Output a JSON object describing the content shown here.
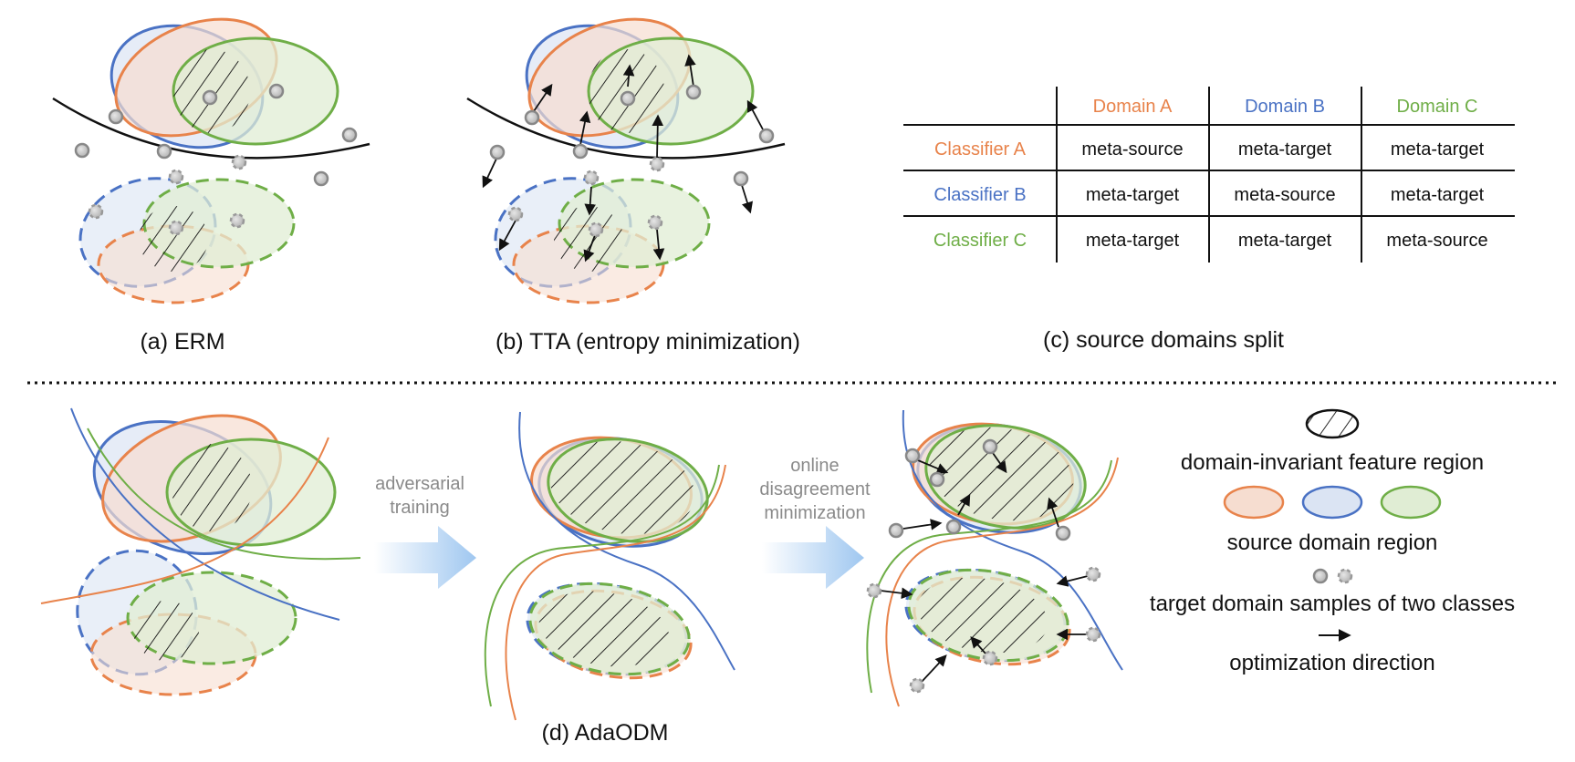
{
  "colors": {
    "orange": "#e8834b",
    "blue": "#4a72c4",
    "green": "#6fae47",
    "orange_fill": "#f6ddd0",
    "blue_fill": "#dbe4f3",
    "green_fill": "#e0edd4",
    "sample_gray": "#a6a6a6"
  },
  "captions": {
    "a": "(a) ERM",
    "b": "(b) TTA (entropy minimization)",
    "c": "(c) source domains split",
    "d": "(d) AdaODM"
  },
  "arrows_text": {
    "adversarial": [
      "adversarial",
      "training"
    ],
    "online": [
      "online",
      "disagreement",
      "minimization"
    ]
  },
  "table": {
    "columns": [
      "Domain A",
      "Domain B",
      "Domain C"
    ],
    "rows": [
      {
        "label": "Classifier A",
        "cells": [
          "meta-source",
          "meta-target",
          "meta-target"
        ]
      },
      {
        "label": "Classifier B",
        "cells": [
          "meta-target",
          "meta-source",
          "meta-target"
        ]
      },
      {
        "label": "Classifier C",
        "cells": [
          "meta-target",
          "meta-target",
          "meta-source"
        ]
      }
    ]
  },
  "legend": {
    "invariant": "domain-invariant feature region",
    "source": "source domain region",
    "samples": "target domain samples of two classes",
    "direction": "optimization direction"
  },
  "icons": [
    "hatched-ellipse-icon",
    "sample-dot-icon",
    "arrow-icon"
  ]
}
